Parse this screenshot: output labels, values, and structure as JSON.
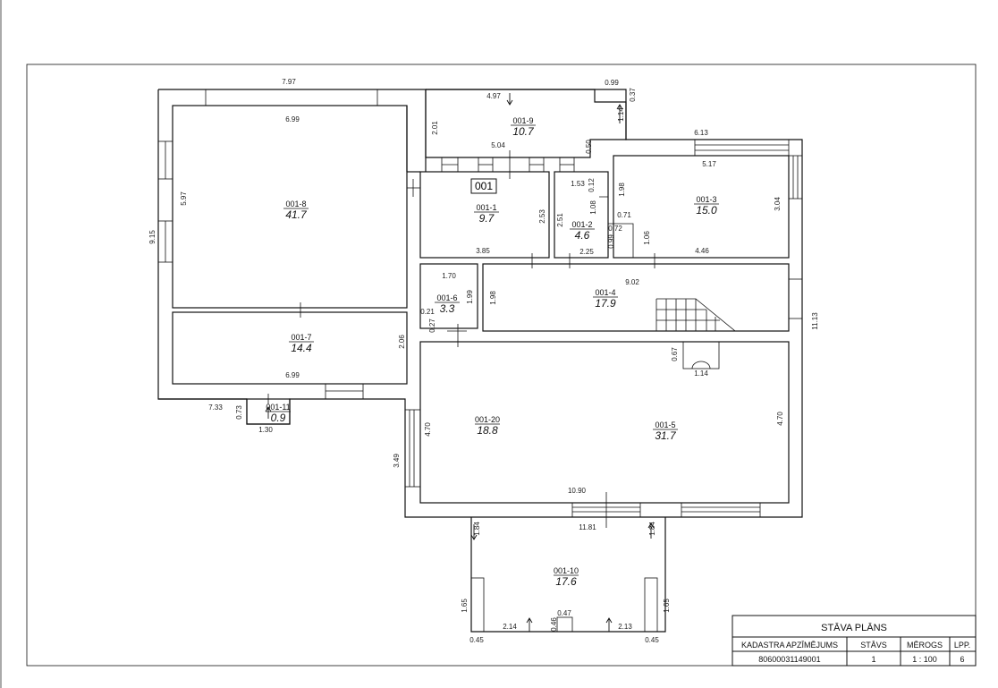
{
  "plan_label": "001",
  "rooms": [
    {
      "id": "001-8",
      "area": "41.7"
    },
    {
      "id": "001-1",
      "area": "9.7"
    },
    {
      "id": "001-2",
      "area": "4.6"
    },
    {
      "id": "001-3",
      "area": "15.0"
    },
    {
      "id": "001-9",
      "area": "10.7"
    },
    {
      "id": "001-4",
      "area": "17.9"
    },
    {
      "id": "001-6",
      "area": "3.3"
    },
    {
      "id": "001-7",
      "area": "14.4"
    },
    {
      "id": "001-11",
      "area": "0.9"
    },
    {
      "id": "001-20",
      "area": "18.8"
    },
    {
      "id": "001-5",
      "area": "31.7"
    },
    {
      "id": "001-10",
      "area": "17.6"
    }
  ],
  "dimensions": [
    "7.97",
    "6.99",
    "4.97",
    "0.99",
    "0.37",
    "1.14",
    "2.01",
    "5.04",
    "0.50",
    "6.13",
    "5.17",
    "5.97",
    "9.15",
    "1.53",
    "0.12",
    "1.08",
    "1.98",
    "2.53",
    "2.51",
    "0.71",
    "0.72",
    "3.04",
    "3.85",
    "2.25",
    "0.99",
    "1.06",
    "4.46",
    "1.70",
    "1.99",
    "1.98",
    "9.02",
    "0.21",
    "0.27",
    "11.13",
    "2.06",
    "0.67",
    "1.14",
    "6.99",
    "7.33",
    "0.73",
    "1.30",
    "4.70",
    "4.70",
    "3.49",
    "10.90",
    "11.81",
    "1.84",
    "1.84",
    "1.65",
    "1.65",
    "0.47",
    "0.46",
    "2.14",
    "2.13",
    "0.45",
    "0.45"
  ],
  "title_block": {
    "title": "STĀVA PLĀNS",
    "headers": [
      "KADASTRA APZĪMĒJUMS",
      "STĀVS",
      "MĒROGS",
      "LPP."
    ],
    "values": [
      "80600031149001",
      "1",
      "1 : 100",
      "6"
    ]
  }
}
